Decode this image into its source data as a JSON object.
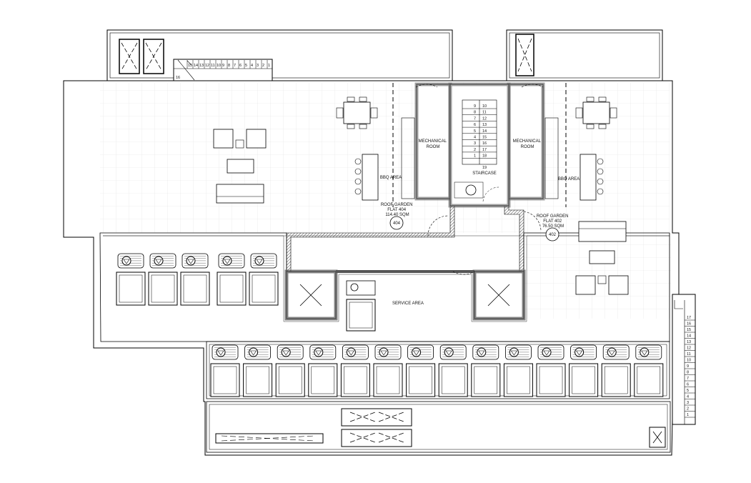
{
  "labels": {
    "mech_room_left": [
      "MECHANICAL",
      "ROOM"
    ],
    "mech_room_right": [
      "MECHANICAL",
      "ROOM"
    ],
    "staircase": "STAIRCASE",
    "bbq_left": "BBQ AREA",
    "bbq_right": "BBQ AREA",
    "service_area": "SERVICE AREA",
    "garden_404": [
      "ROOF GARDEN",
      "FLAT 404",
      "114.40 SQM"
    ],
    "garden_402": [
      "ROOF GARDEN",
      "FLAT 402",
      "76.50 SQM"
    ],
    "tag_404": "404",
    "tag_402": "402"
  },
  "stairs": {
    "top_left": [
      "15",
      "14",
      "13",
      "12",
      "11",
      "10",
      "9",
      "8",
      "7",
      "6",
      "5",
      "4",
      "3",
      "2",
      "1"
    ],
    "top_left_landing": "16",
    "central_left": [
      "9",
      "8",
      "7",
      "6",
      "5",
      "4",
      "3",
      "2",
      "1"
    ],
    "central_right": [
      "10",
      "11",
      "12",
      "13",
      "14",
      "15",
      "16",
      "17",
      "18"
    ],
    "central_end": "19",
    "right": [
      "17",
      "16",
      "15",
      "14",
      "13",
      "12",
      "11",
      "10",
      "9",
      "8",
      "7",
      "6",
      "5",
      "4",
      "3",
      "2",
      "1"
    ]
  }
}
